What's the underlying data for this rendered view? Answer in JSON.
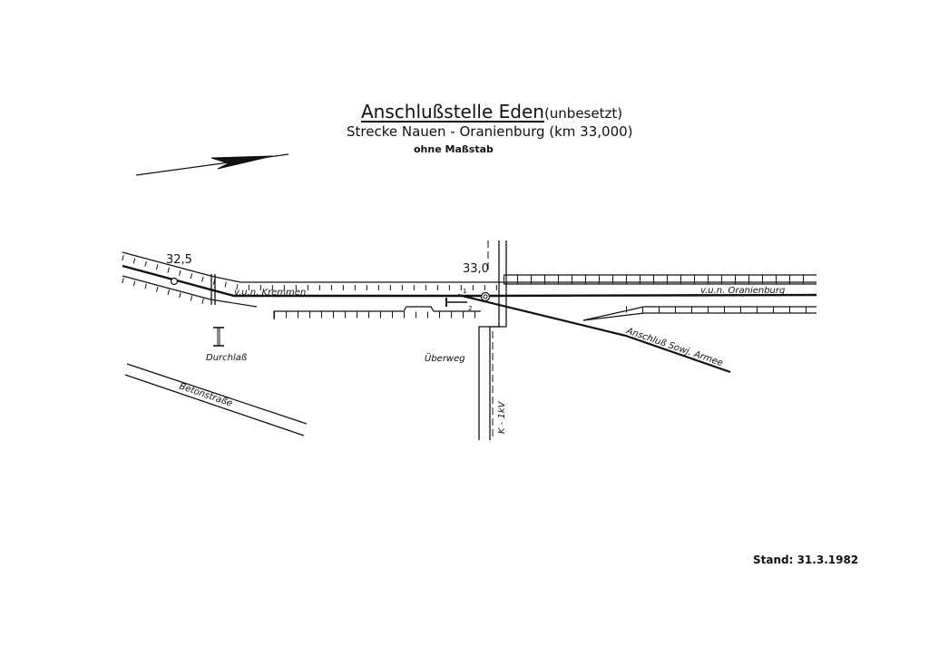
{
  "title": {
    "main": "Anschlußstelle Eden",
    "suffix": "(unbesetzt)"
  },
  "route": "Strecke  Nauen - Oranienburg (km 33,000)",
  "scale_note": "ohne Maßstab",
  "status": "Stand: 31.3.1982",
  "labels": {
    "km_325": "32,5",
    "km_330": "33,0",
    "kremmen": "v.u.n. Kremmen",
    "oranienburg": "v.u.n. Oranienburg",
    "anschluss": "Anschluß Sowj. Armee",
    "durchlass": "Durchlaß",
    "ueberweg": "Überweg",
    "betonstrasse": "Betonstraße",
    "cable": "K - 1kV",
    "switch1": "1",
    "switch2": "2"
  },
  "icons": {
    "north_arrow": "north-arrow-icon",
    "culvert": "culvert-icon",
    "signal": "signal-icon"
  },
  "colors": {
    "ink": "#111111",
    "paper": "#ffffff"
  }
}
